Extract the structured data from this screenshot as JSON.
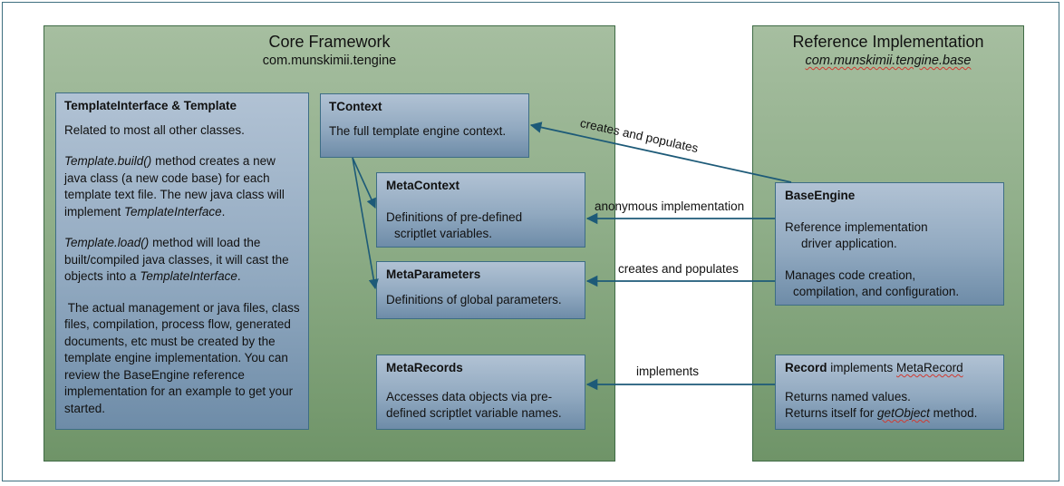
{
  "core": {
    "title": "Core Framework",
    "package": "com.munskimii.tengine"
  },
  "reference": {
    "title": "Reference Implementation",
    "package": "com.munskimii.tengine.base"
  },
  "template_box": {
    "title": "TemplateInterface & Template",
    "line1": "Related to most all other classes.",
    "build_method": "Template.build()",
    "build_text_a": " method creates a new java class (a new code base) for each template text file.  The new java class will implement ",
    "build_interface": "TemplateInterface",
    "build_text_b": ".",
    "load_method": "Template.load()",
    "load_text_a": " method will load the built/compiled java classes, it will cast the objects into a ",
    "load_interface": "TemplateInterface",
    "load_text_b": ".",
    "paragraph3": " The actual management or java files, class files, compilation, process flow, generated documents, etc must be created by the template engine implementation. You can review the BaseEngine reference implementation for an example to get your started."
  },
  "tcontext_box": {
    "title": "TContext",
    "text": "The full template engine context."
  },
  "metacontext_box": {
    "title": "MetaContext",
    "line1": "Definitions of pre-defined",
    "line2": "scriptlet variables."
  },
  "metaparameters_box": {
    "title": "MetaParameters",
    "text": "Definitions of global parameters."
  },
  "metarecords_box": {
    "title": "MetaRecords",
    "line1": "Accesses data objects via pre-",
    "line2": "defined scriptlet variable names."
  },
  "baseengine_box": {
    "title": "BaseEngine",
    "line1": "Reference implementation",
    "line2": "driver application.",
    "line3": "Manages code creation,",
    "line4": "compilation, and configuration."
  },
  "record_box": {
    "title": "Record",
    "title_mid": " implements ",
    "title_iface": "MetaRecord",
    "line1": "Returns named values.",
    "line2_a": "Returns itself for ",
    "line2_method": "getObject",
    "line2_b": " method."
  },
  "arrows": {
    "creates_populates_1": "creates and populates",
    "anonymous": "anonymous implementation",
    "creates_populates_2": "creates and populates",
    "implements": "implements"
  },
  "colors": {
    "panel_green": "#8fae89",
    "box_blue": "#91a9c0",
    "arrow": "#1d5a78",
    "spell_underline": "#d03a30"
  }
}
